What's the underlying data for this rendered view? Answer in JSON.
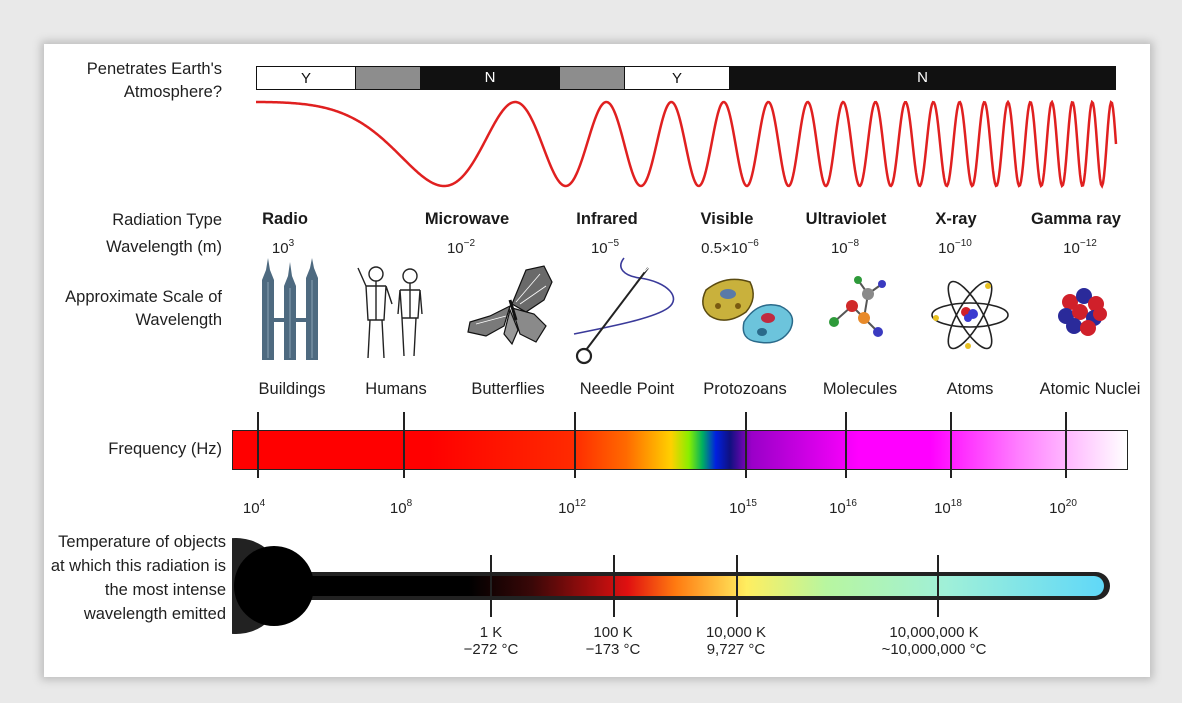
{
  "labels": {
    "penetrates": "Penetrates Earth's Atmosphere?",
    "radiation_type": "Radiation Type",
    "wavelength": "Wavelength (m)",
    "approx_scale": "Approximate Scale of Wavelength",
    "frequency": "Frequency (Hz)",
    "temperature": "Temperature of objects at which this radiation is the most intense wavelength emitted"
  },
  "atmosphere": [
    "Y",
    "N",
    "Y",
    "N"
  ],
  "radiation_types": [
    {
      "name": "Radio",
      "wl_base": "10",
      "wl_exp": "3"
    },
    {
      "name": "Microwave",
      "wl_base": "10",
      "wl_exp": "−2"
    },
    {
      "name": "Infrared",
      "wl_base": "10",
      "wl_exp": "−5"
    },
    {
      "name": "Visible",
      "wl_base": "0.5×10",
      "wl_exp": "−6"
    },
    {
      "name": "Ultraviolet",
      "wl_base": "10",
      "wl_exp": "−8"
    },
    {
      "name": "X-ray",
      "wl_base": "10",
      "wl_exp": "−10"
    },
    {
      "name": "Gamma ray",
      "wl_base": "10",
      "wl_exp": "−12"
    }
  ],
  "scale_objects": [
    "Buildings",
    "Humans",
    "Butterflies",
    "Needle Point",
    "Protozoans",
    "Molecules",
    "Atoms",
    "Atomic Nuclei"
  ],
  "frequency_ticks": [
    {
      "base": "10",
      "exp": "4"
    },
    {
      "base": "10",
      "exp": "8"
    },
    {
      "base": "10",
      "exp": "12"
    },
    {
      "base": "10",
      "exp": "15"
    },
    {
      "base": "10",
      "exp": "16"
    },
    {
      "base": "10",
      "exp": "18"
    },
    {
      "base": "10",
      "exp": "20"
    }
  ],
  "temperature_ticks": [
    {
      "kelvin": "1 K",
      "celsius": "−272 °C"
    },
    {
      "kelvin": "100 K",
      "celsius": "−173 °C"
    },
    {
      "kelvin": "10,000 K",
      "celsius": "9,727 °C"
    },
    {
      "kelvin": "10,000,000 K",
      "celsius": "~10,000,000 °C"
    }
  ],
  "colors": {
    "wave": "#e02020",
    "frame": "#e9e9e9",
    "bar_outline": "#222222"
  }
}
